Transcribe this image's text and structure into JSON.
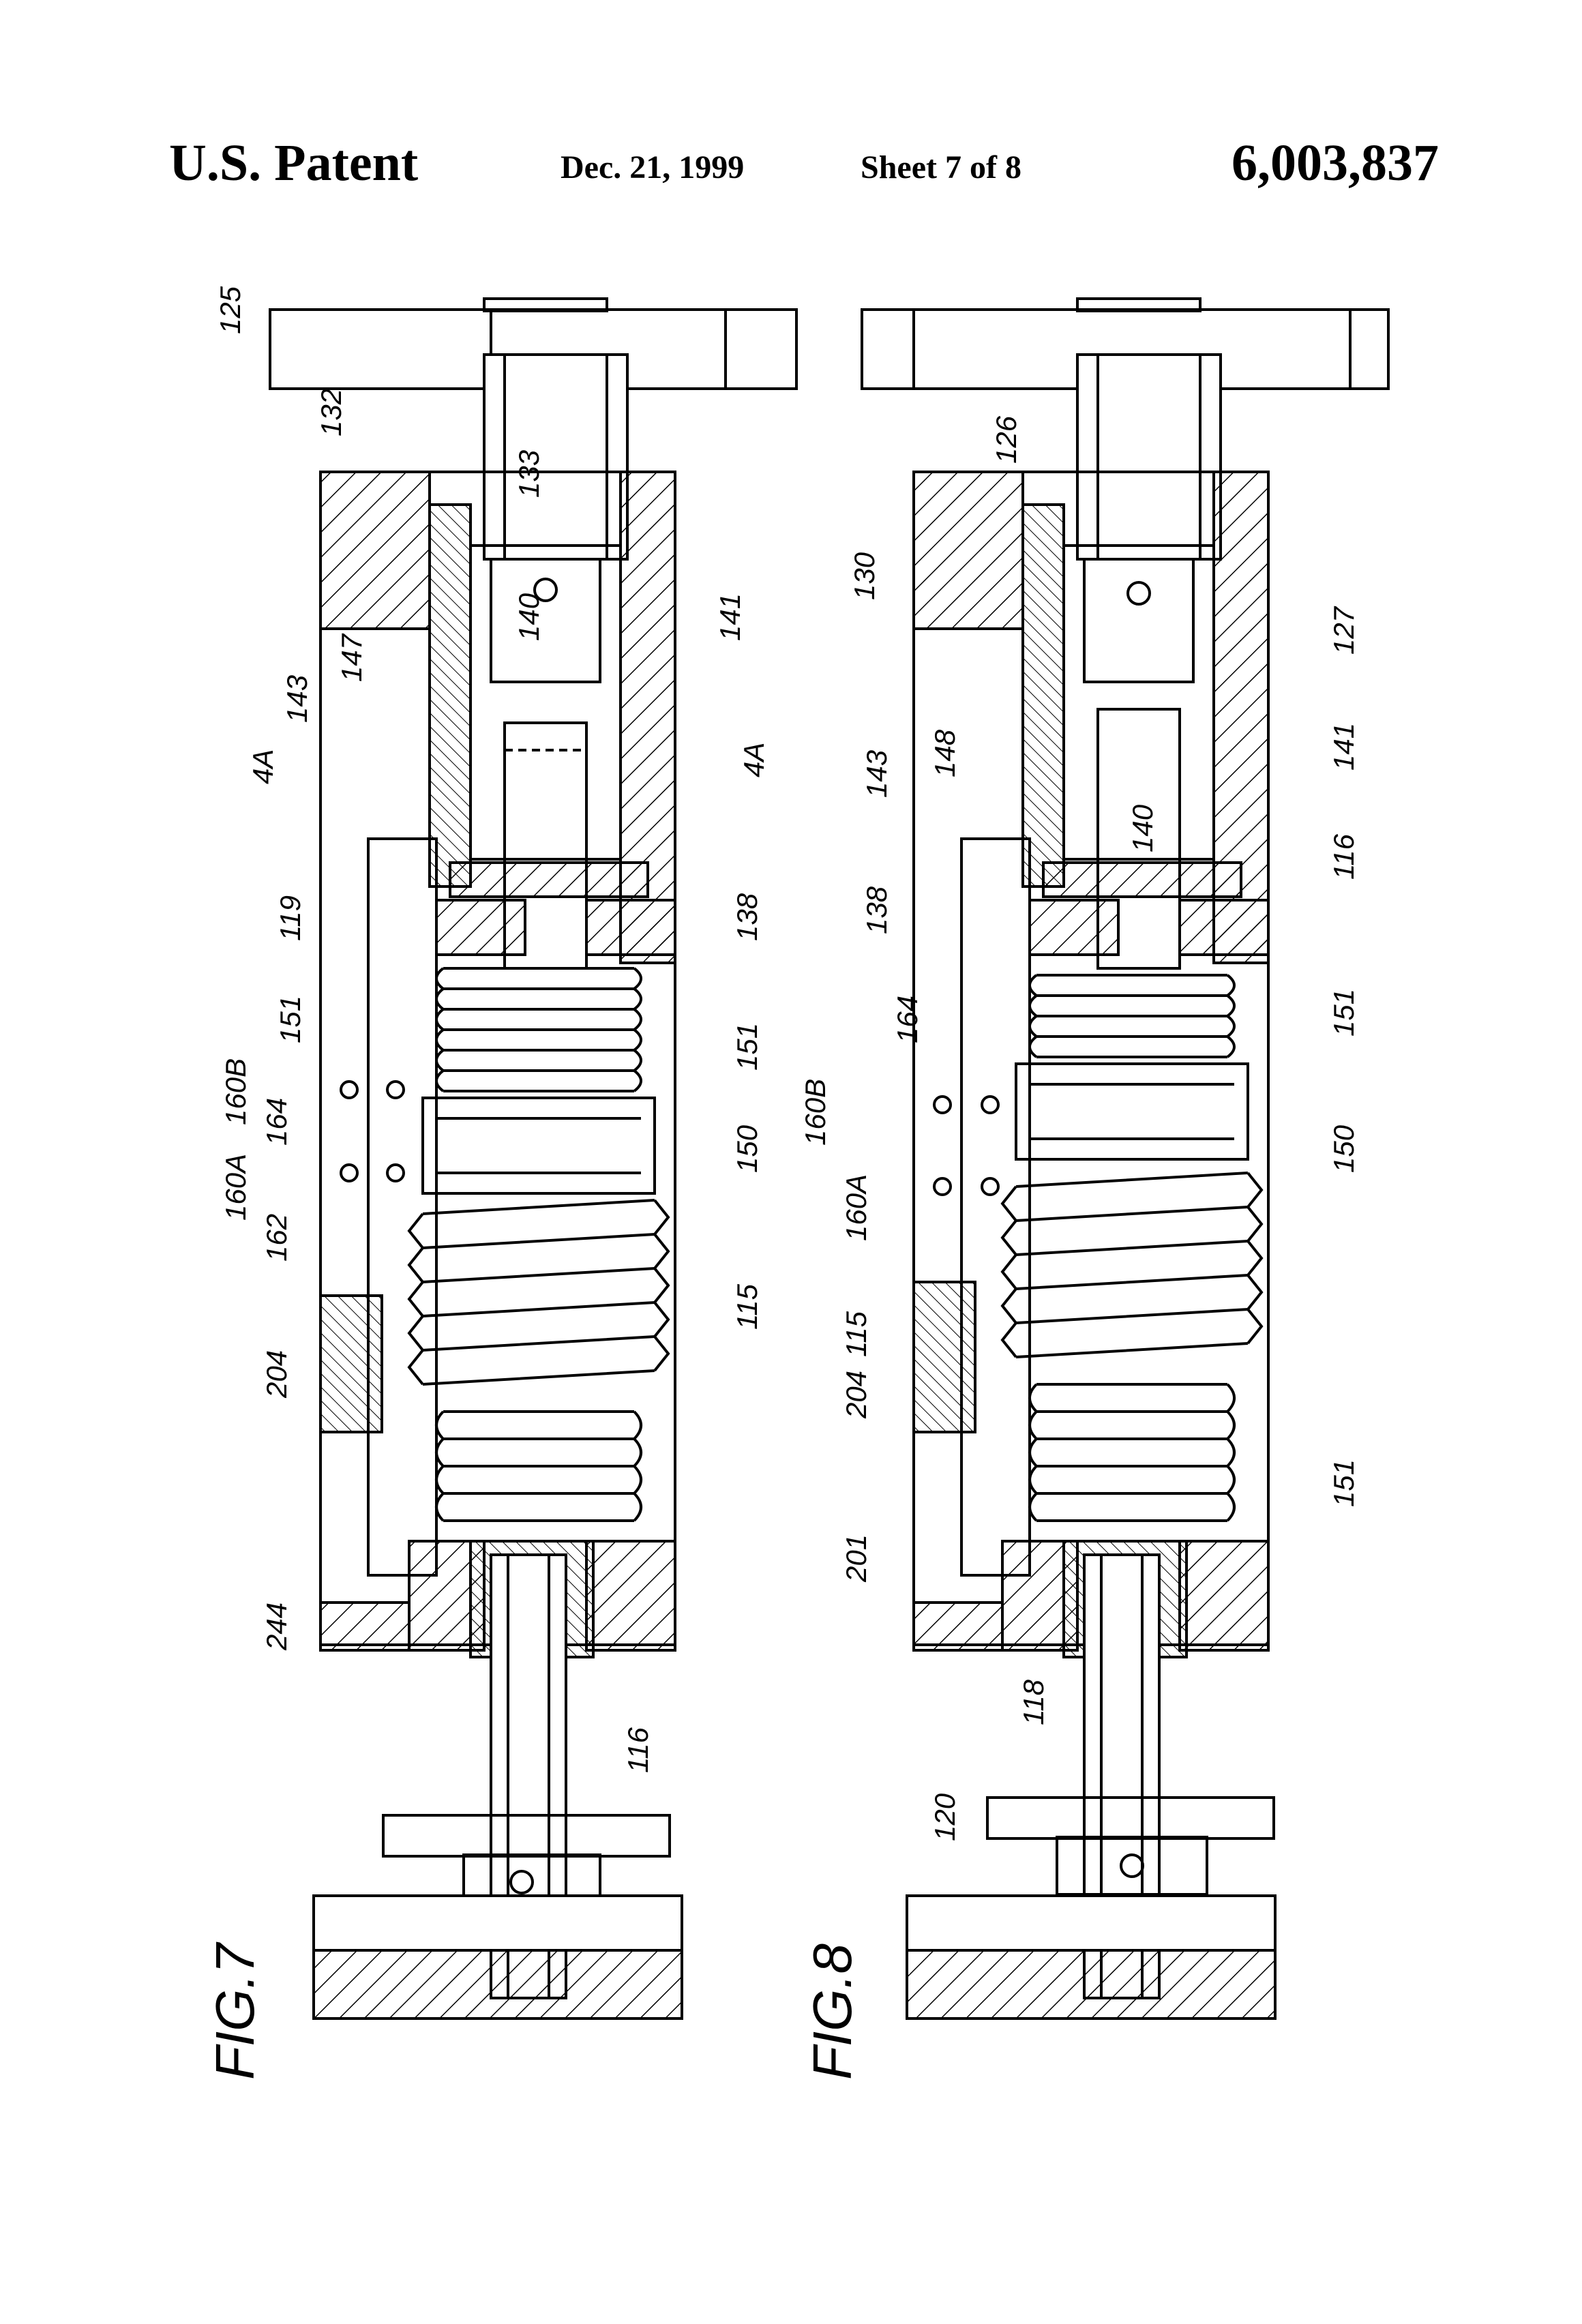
{
  "header": {
    "left": "U.S. Patent",
    "date": "Dec. 21, 1999",
    "sheet": "Sheet 7 of 8",
    "patent_number": "6,003,837"
  },
  "figures": [
    {
      "name": "FIG.7",
      "labels": {
        "l125": "125",
        "l132": "132",
        "l133": "133",
        "l140": "140",
        "l141": "141",
        "l143": "143",
        "l147": "147",
        "l4a_left": "4A",
        "l4a_right": "4A",
        "l119": "119",
        "l138": "138",
        "l151a": "151",
        "l151b": "151",
        "l160b": "160B",
        "l164": "164",
        "l160a": "160A",
        "l150": "150",
        "l162": "162",
        "l115": "115",
        "l204": "204",
        "l244": "244",
        "l116": "116"
      }
    },
    {
      "name": "FIG.8",
      "labels": {
        "l126": "126",
        "l130": "130",
        "l127": "127",
        "l141": "141",
        "l148": "148",
        "l143": "143",
        "l140": "140",
        "l116": "116",
        "l138": "138",
        "l164": "164",
        "l151a": "151",
        "l160b": "160B",
        "l150": "150",
        "l160a": "160A",
        "l115": "115",
        "l204": "204",
        "l151b": "151",
        "l201": "201",
        "l118": "118",
        "l120": "120"
      }
    }
  ]
}
